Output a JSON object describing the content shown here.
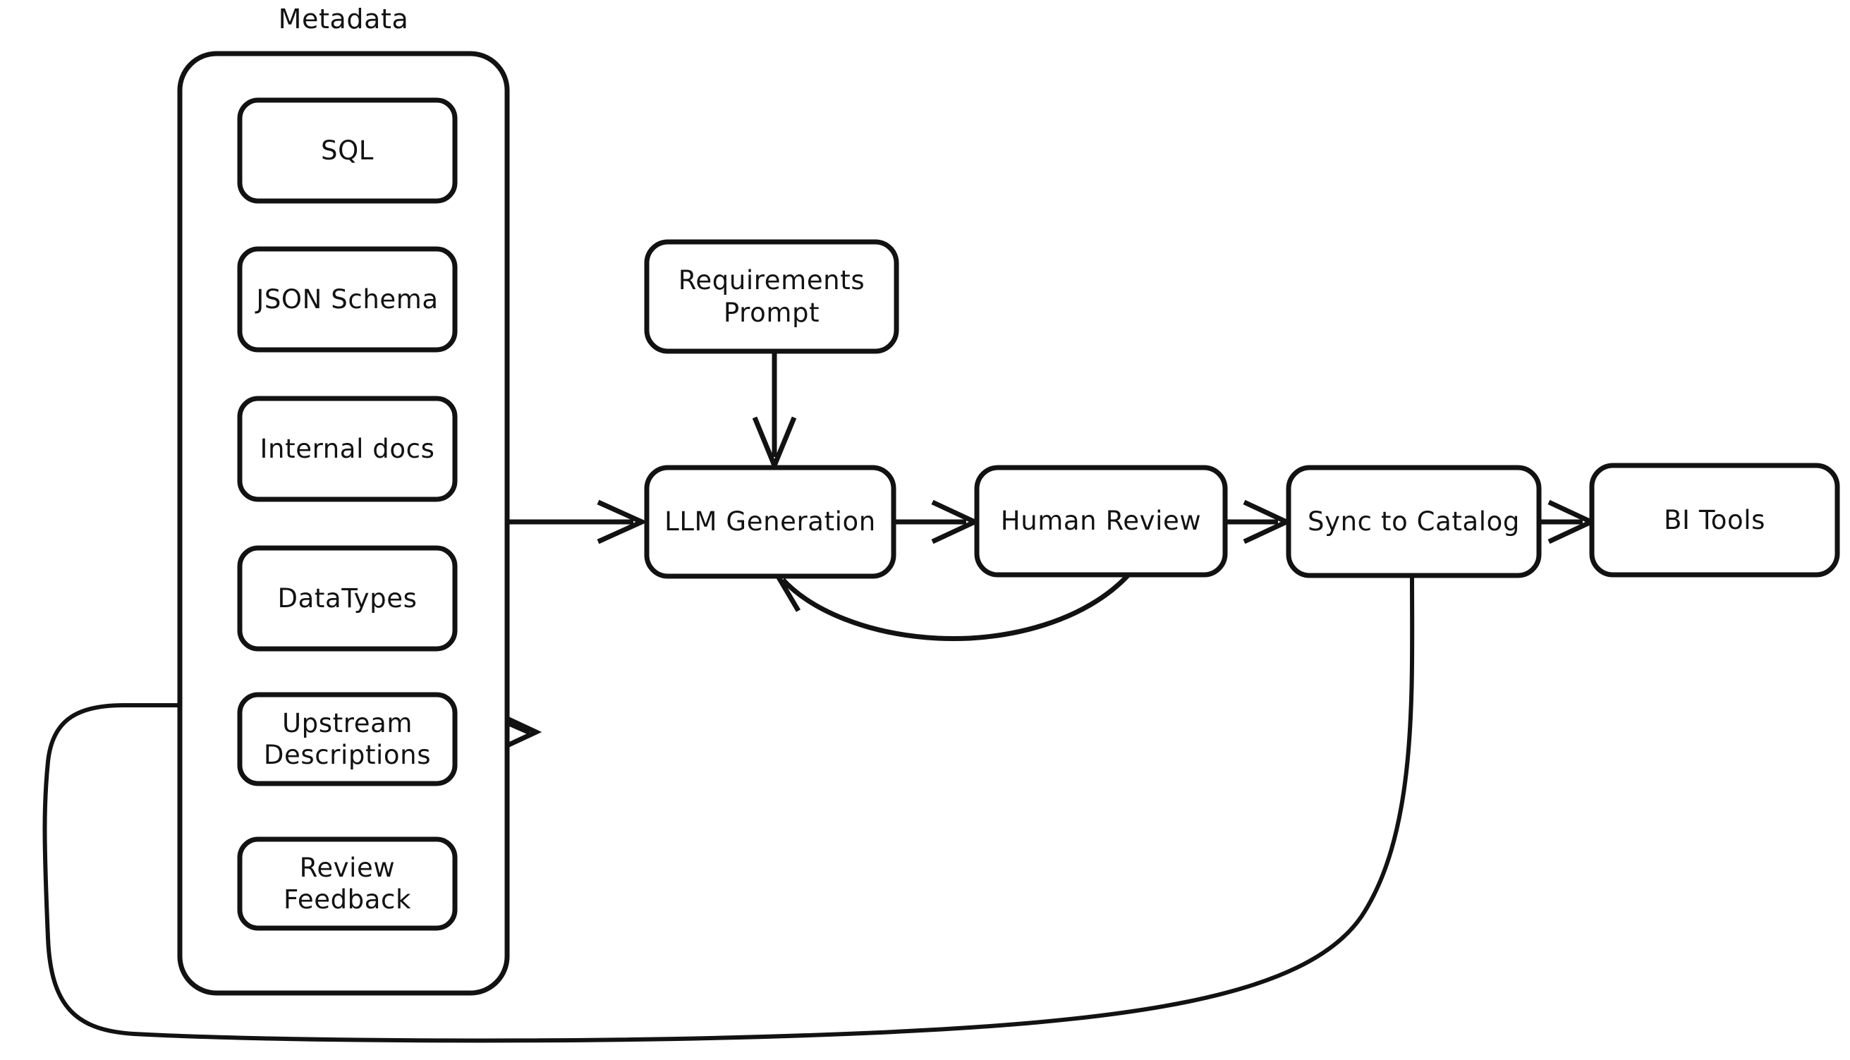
{
  "diagram": {
    "title": "Metadata to BI Tools description generation flow",
    "background_color": "#ffffff",
    "stroke_color": "#121212",
    "style": "hand-drawn"
  },
  "group": {
    "name": "metadata-group",
    "title": "Metadata",
    "items": [
      {
        "id": "sql",
        "label": "SQL"
      },
      {
        "id": "json-schema",
        "label": "JSON Schema"
      },
      {
        "id": "internal-docs",
        "label": "Internal docs"
      },
      {
        "id": "datatypes",
        "label": "DataTypes"
      },
      {
        "id": "upstream-descriptions",
        "label": "Upstream\nDescriptions"
      },
      {
        "id": "review-feedback",
        "label": "Review\nFeedback"
      }
    ]
  },
  "nodes": [
    {
      "id": "requirements-prompt",
      "label": "Requirements\nPrompt"
    },
    {
      "id": "llm-generation",
      "label": "LLM Generation"
    },
    {
      "id": "human-review",
      "label": "Human Review"
    },
    {
      "id": "sync-to-catalog",
      "label": "Sync to Catalog"
    },
    {
      "id": "bi-tools",
      "label": "BI Tools"
    }
  ],
  "edges": [
    {
      "id": "metadata-to-llm",
      "from": "metadata-group",
      "to": "llm-generation",
      "label": ""
    },
    {
      "id": "prompt-to-llm",
      "from": "requirements-prompt",
      "to": "llm-generation",
      "label": ""
    },
    {
      "id": "llm-to-review",
      "from": "llm-generation",
      "to": "human-review",
      "label": ""
    },
    {
      "id": "review-to-llm-feedback",
      "from": "human-review",
      "to": "llm-generation",
      "label": ""
    },
    {
      "id": "review-to-sync",
      "from": "human-review",
      "to": "sync-to-catalog",
      "label": ""
    },
    {
      "id": "sync-to-bi",
      "from": "sync-to-catalog",
      "to": "bi-tools",
      "label": ""
    },
    {
      "id": "sync-to-upstream",
      "from": "sync-to-catalog",
      "to": "upstream-descriptions",
      "label": ""
    }
  ]
}
